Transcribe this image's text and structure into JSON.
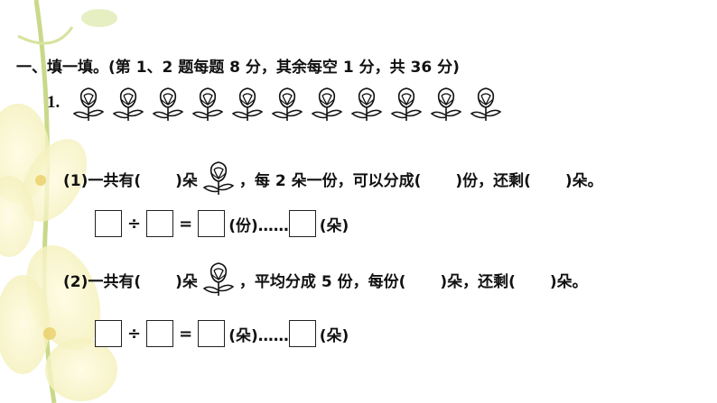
{
  "section_title": "一、填一填。(第 1、2 题每题 8 分，其余每空 1 分，共 36 分)",
  "question_number": "1.",
  "flower_icon": "rose-icon",
  "flower_count": 11,
  "part1": {
    "text_a": "(1)一共有(",
    "text_b": ")朵",
    "text_c": "，每 2 朵一份，可以分成(",
    "text_d": ")份，还剩(",
    "text_e": ")朵。"
  },
  "part1_equation": {
    "div": "÷",
    "eq": "=",
    "unit1": "(份)……",
    "unit2": "(朵)"
  },
  "part2": {
    "text_a": "(2)一共有(",
    "text_b": ")朵",
    "text_c": "，平均分成 5 份，每份(",
    "text_d": ")朵，还剩(",
    "text_e": ")朵。"
  },
  "part2_equation": {
    "div": "÷",
    "eq": "=",
    "unit1": "(朵)……",
    "unit2": "(朵)"
  }
}
